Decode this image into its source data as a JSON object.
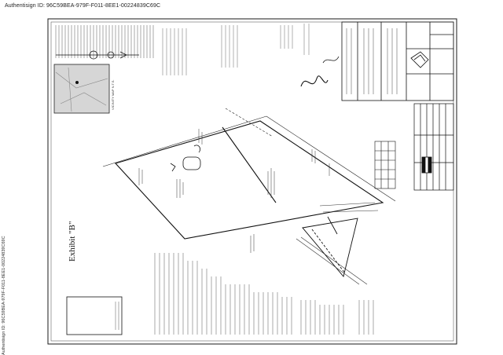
{
  "authentisign": "Authentisign ID: 96C59BEA-979F-F011-8EE1-00224839C69C",
  "side_stamp": "Authentisign ID: 96C59BEA-979F-F011-8EE1-00224839C69C",
  "exhibit_label": "Exhibit \"B\"",
  "colors": {
    "ink": "#1a1a1a",
    "paper": "#ffffff",
    "halftone": "#c9c9c9"
  }
}
